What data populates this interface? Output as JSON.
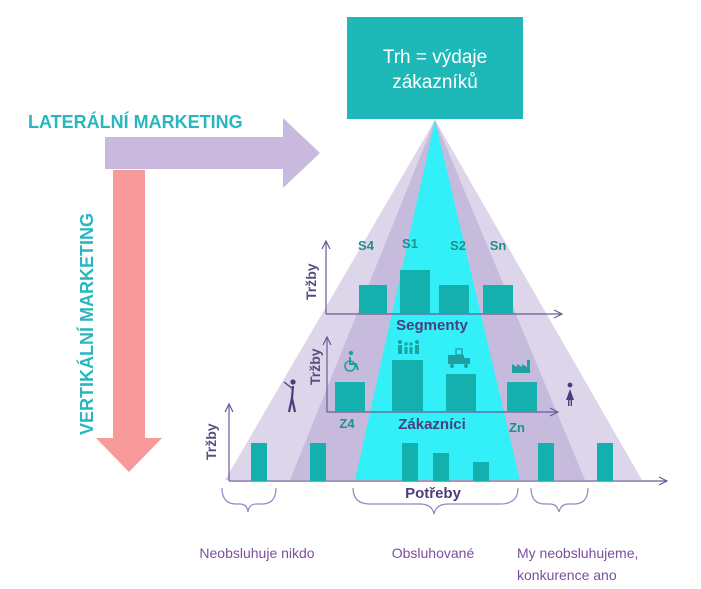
{
  "market_box": {
    "line1": "Trh = výdaje",
    "line2": "zákazníků"
  },
  "lateral": {
    "label": "LATERÁLNÍ MARKETING"
  },
  "vertical": {
    "label": "VERTIKÁLNÍ MARKETING"
  },
  "levels": {
    "segments": {
      "axis": "Tržby",
      "title": "Segmenty",
      "labels": [
        "S4",
        "S1",
        "S2",
        "Sn"
      ]
    },
    "customers": {
      "axis": "Tržby",
      "title": "Zákazníci",
      "labels": [
        "Z4",
        "Zn"
      ]
    },
    "needs": {
      "axis": "Tržby",
      "title": "Potřeby"
    }
  },
  "captions": {
    "left": "Neobsluhuje nikdo",
    "center": "Obsluhované",
    "right_line1": "My neobsluhujeme,",
    "right_line2": "konkurence ano"
  },
  "colors": {
    "teal": "#1fb8b8",
    "cyan": "#33f0f8",
    "lavender": "#d7cfe6",
    "lavender_dark": "#bcb0d6",
    "purple_axis": "#6a5a96",
    "salmon": "#f99a9a"
  },
  "icons": [
    "wheelchair-icon",
    "family-icon",
    "truck-icon",
    "factory-icon",
    "woman-icon",
    "golfer-icon"
  ]
}
